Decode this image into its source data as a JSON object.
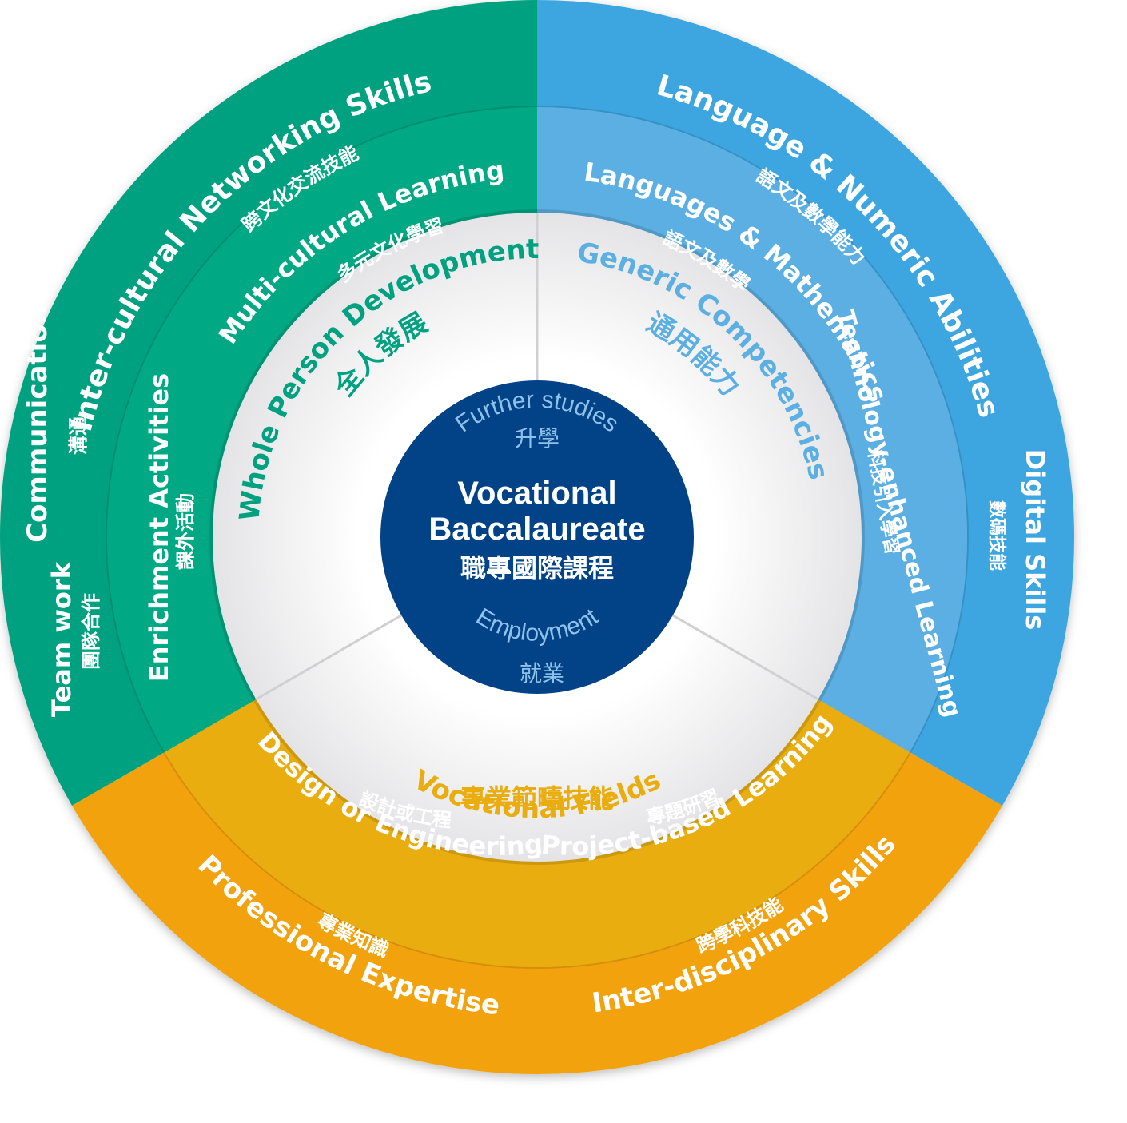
{
  "center": {
    "title_line1": "Vocational",
    "title_line2": "Baccalaureate",
    "title_zh": "職專國際課程",
    "top_en": "Further studies",
    "top_zh": "升學",
    "bottom_en": "Employment",
    "bottom_zh": "就業"
  },
  "colors": {
    "green": "#00A180",
    "green_mid": "#00A883",
    "blue": "#3EA6E0",
    "blue_mid": "#5CAFE3",
    "orange": "#F2A20E",
    "orange_mid": "#E9AD10",
    "navy": "#024287"
  },
  "sectors": {
    "whole_person": {
      "en": "Whole Person Development",
      "zh": "全人發展"
    },
    "generic": {
      "en": "Generic Competencies",
      "zh": "通用能力"
    },
    "vocational": {
      "en": "Vocational Fields",
      "zh": "專業範疇技能"
    }
  },
  "middle_ring": {
    "multi_cultural": {
      "en": "Multi-cultural Learning",
      "zh": "多元文化學習"
    },
    "enrichment": {
      "en": "Enrichment Activities",
      "zh": "課外活動"
    },
    "lang_math": {
      "en": "Languages & Mathematics",
      "zh": "語文及數學"
    },
    "tech_enhanced": {
      "en": "Technology-enhanced Learning",
      "zh": "科技引入學習"
    },
    "design_eng": {
      "en": "Design or Engineering",
      "zh": "設計或工程"
    },
    "project_based": {
      "en": "Project-based Learning",
      "zh": "專題研習"
    }
  },
  "outer_ring": {
    "inter_cultural": {
      "en": "Inter-cultural Networking Skills",
      "zh": "跨文化交流技能"
    },
    "communication": {
      "en": "Communication",
      "zh": "溝通"
    },
    "team_work": {
      "en": "Team work",
      "zh": "團隊合作"
    },
    "lang_numeric": {
      "en": "Language & Numeric Abilities",
      "zh": "語文及數學能力"
    },
    "digital": {
      "en": "Digital Skills",
      "zh": "數碼技能"
    },
    "professional": {
      "en": "Professional Expertise",
      "zh": "專業知識"
    },
    "inter_disciplinary": {
      "en": "Inter-disciplinary Skills",
      "zh": "跨學科技能"
    }
  }
}
